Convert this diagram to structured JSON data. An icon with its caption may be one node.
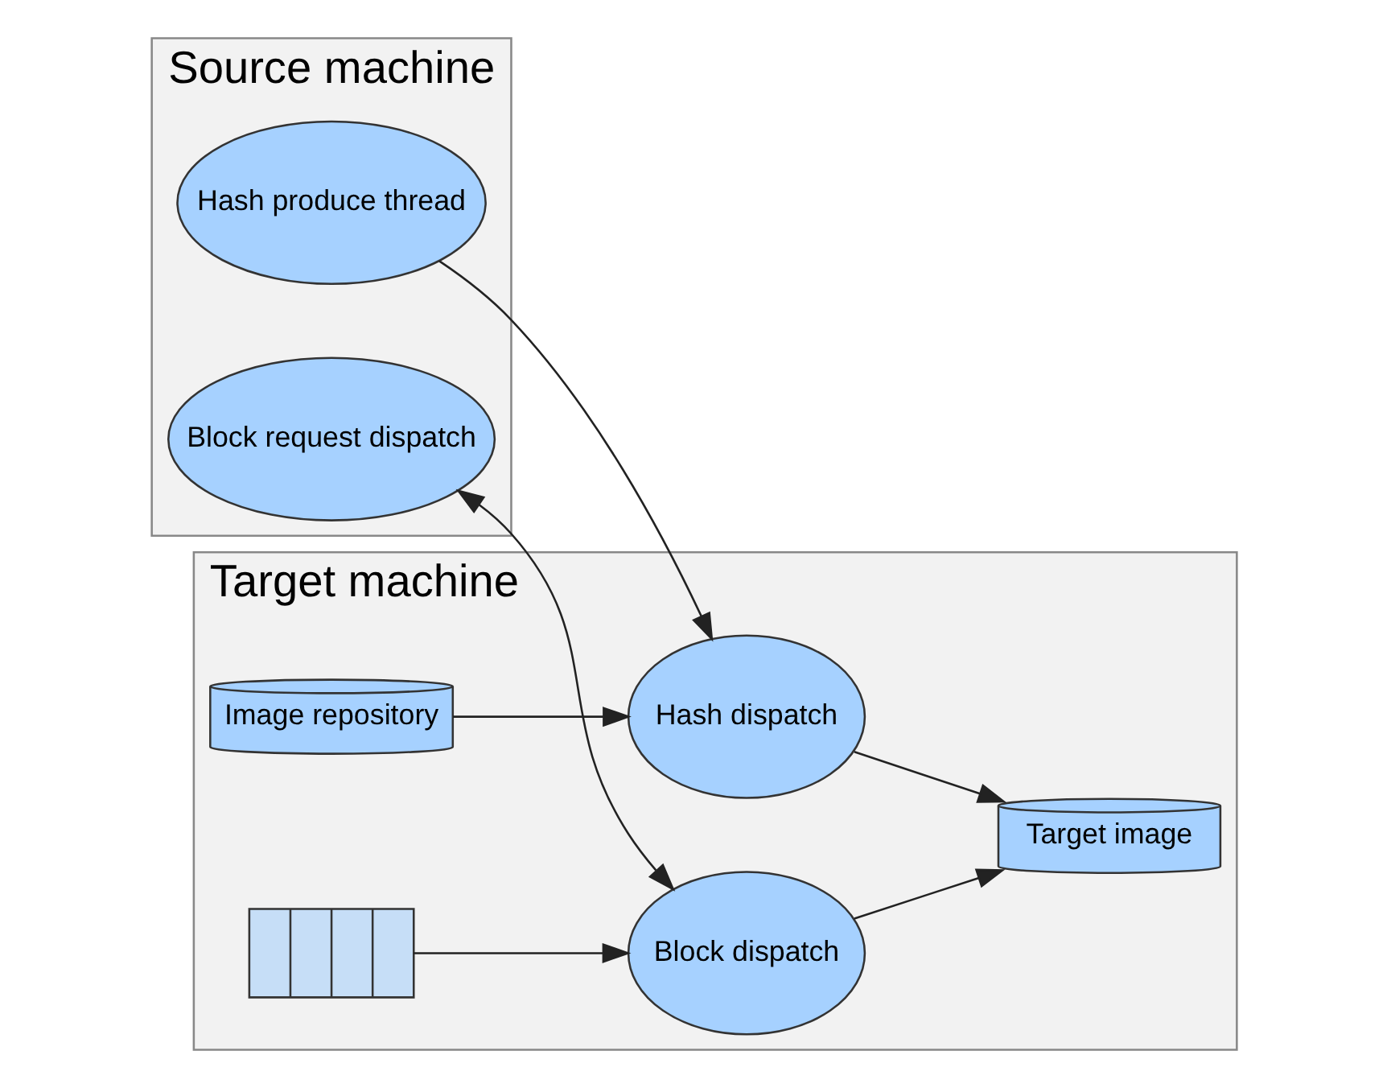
{
  "diagram": {
    "nodes": [
      {
        "text": [
          "Source machine"
        ]
      },
      {
        "text": [
          "Hash produce thread"
        ],
        "in": 0
      },
      {
        "text": [
          "Block request dispatch"
        ],
        "in": 0
      },
      {
        "text": [
          "Target machine"
        ]
      },
      {
        "text": [
          "Image repository"
        ],
        "in": 3
      },
      {
        "text": [
          "Hash dispatch"
        ],
        "in": 3
      },
      {
        "text": [],
        "shape": "box",
        "in": 3
      },
      {
        "text": [
          "Target image"
        ],
        "in": 3
      },
      {
        "text": [
          "Block dispatch"
        ],
        "in": 3
      }
    ],
    "edges": [
      {
        "from": 1,
        "to": 5,
        "arrow": "to"
      },
      {
        "from": 4,
        "to": 5,
        "arrow": "to"
      },
      {
        "from": 5,
        "to": 7,
        "arrow": "to"
      },
      {
        "from": 6,
        "to": 8,
        "arrow": "to"
      },
      {
        "from": 2,
        "to": 8,
        "arrow": "both"
      },
      {
        "from": 8,
        "to": 7,
        "arrow": "to"
      }
    ]
  }
}
